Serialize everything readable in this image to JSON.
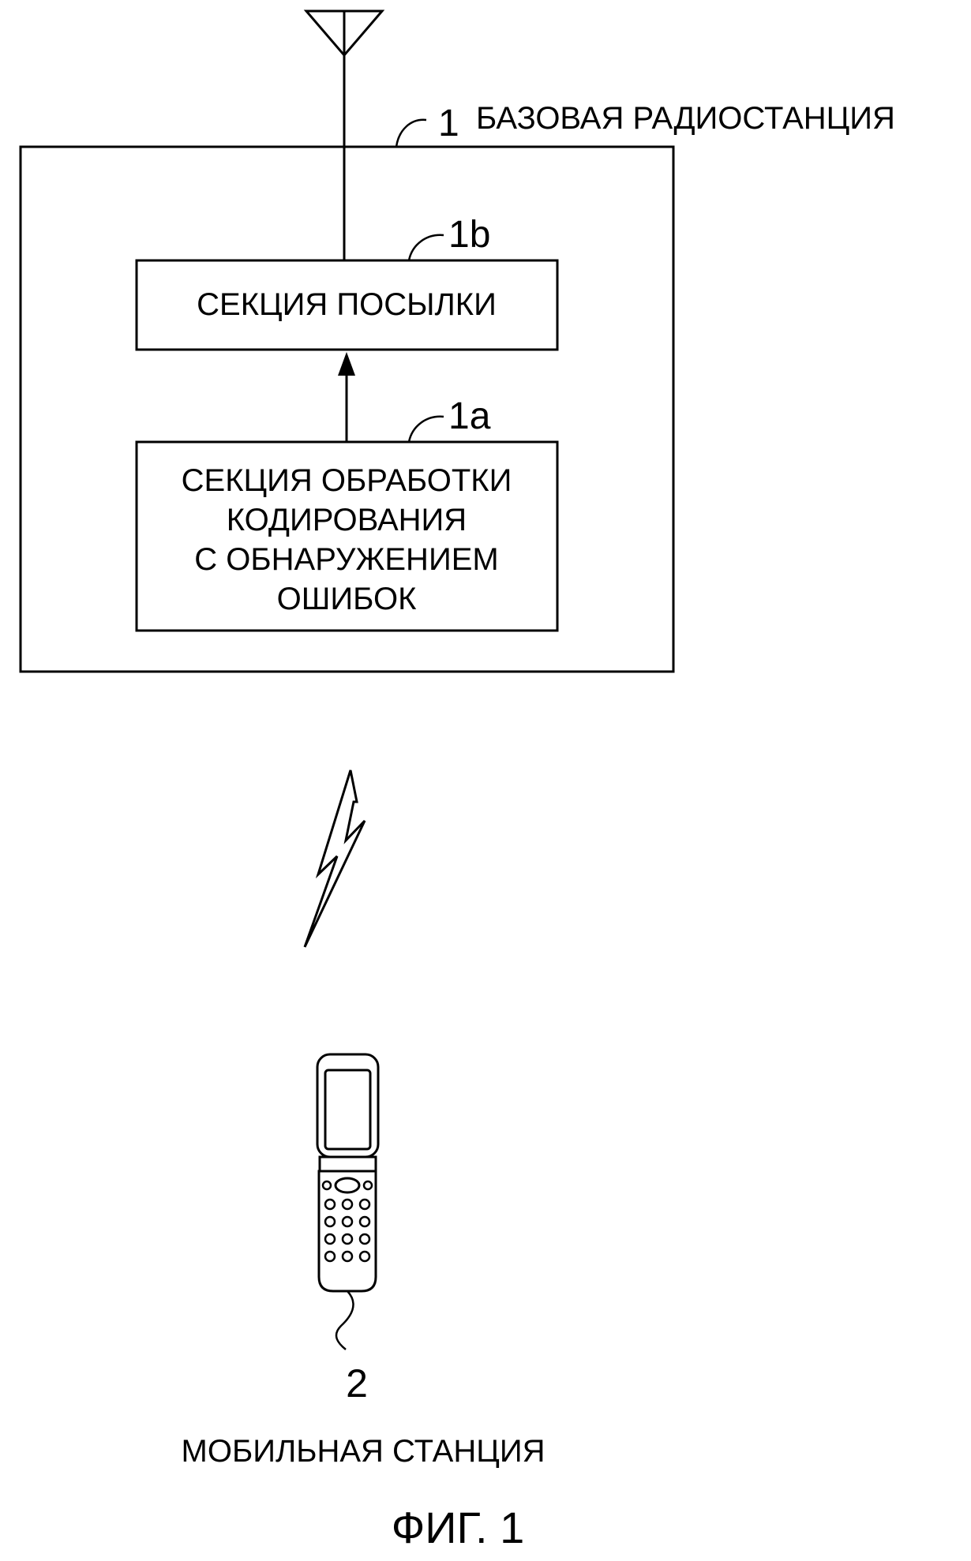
{
  "base_station": {
    "ref": "1",
    "label": "БАЗОВАЯ РАДИОСТАНЦИЯ"
  },
  "send_section": {
    "ref": "1b",
    "label": "СЕКЦИЯ ПОСЫЛКИ"
  },
  "encoding_section": {
    "ref": "1a",
    "lines": [
      "СЕКЦИЯ ОБРАБОТКИ",
      "КОДИРОВАНИЯ",
      "С ОБНАРУЖЕНИЕМ",
      "ОШИБОК"
    ]
  },
  "mobile_station": {
    "ref": "2",
    "label": "МОБИЛЬНАЯ СТАНЦИЯ"
  },
  "figure_caption": "ФИГ. 1"
}
